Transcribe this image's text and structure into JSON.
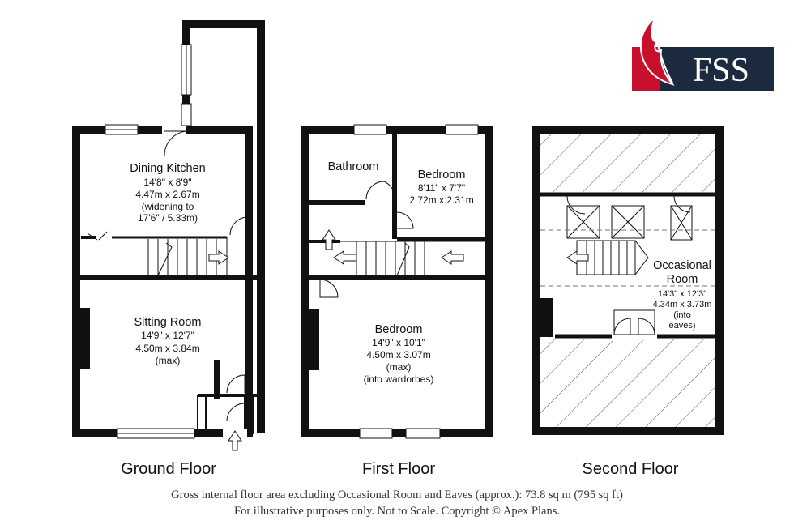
{
  "logo": {
    "text": "FSS",
    "brand_bg": "#1b2a3e",
    "brand_red": "#c8102e"
  },
  "floors": [
    {
      "name": "Ground Floor",
      "rooms": [
        {
          "lines": [
            "Dining Kitchen",
            "14'8\" x 8'9\"",
            "4.47m x 2.67m",
            "(widening to",
            "17'6\" / 5.33m)"
          ]
        },
        {
          "lines": [
            "Sitting Room",
            "14'9\" x 12'7\"",
            "4.50m x 3.84m",
            "(max)"
          ]
        }
      ]
    },
    {
      "name": "First Floor",
      "rooms": [
        {
          "lines": [
            "Bathroom"
          ]
        },
        {
          "lines": [
            "Bedroom",
            "8'11\" x 7'7\"",
            "2.72m x 2.31m"
          ]
        },
        {
          "lines": [
            "Bedroom",
            "14'9\" x 10'1\"",
            "4.50m x 3.07m",
            "(max)",
            "(into wardorbes)"
          ]
        }
      ]
    },
    {
      "name": "Second Floor",
      "rooms": [
        {
          "lines": [
            "Occasional",
            "Room",
            "14'3\" x 12'3\"",
            "4.34m x 3.73m",
            "(into",
            "eaves)"
          ]
        }
      ]
    }
  ],
  "footer": {
    "line1": "Gross internal floor area excluding Occasional Room and Eaves (approx.): 73.8 sq m (795 sq ft)",
    "line2": "For illustrative purposes only. Not to Scale. Copyright © Apex Plans."
  }
}
